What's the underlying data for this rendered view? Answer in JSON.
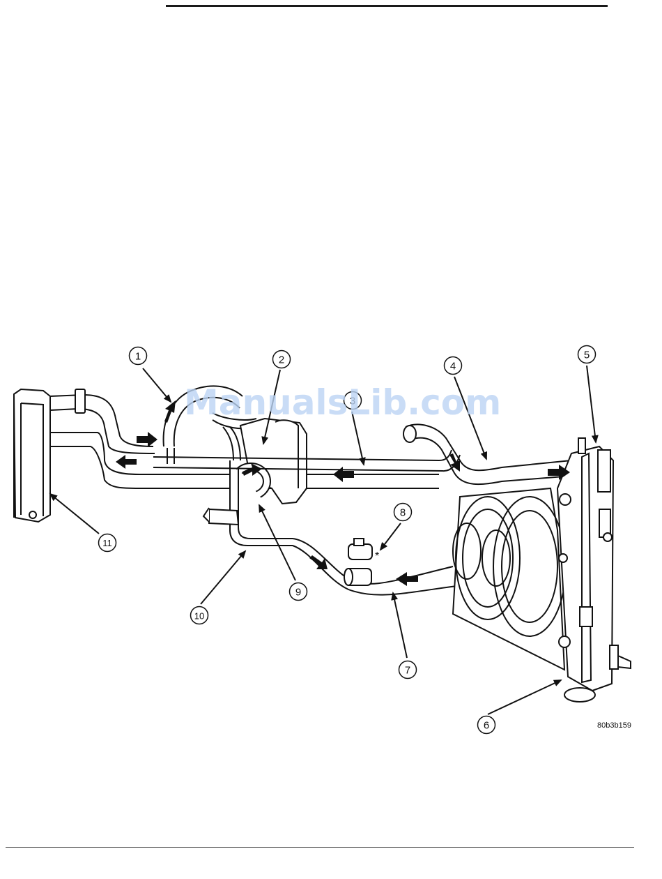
{
  "page": {
    "watermark": "ManualsLib.com",
    "figure_code": "80b3b159"
  },
  "callouts": [
    {
      "id": "c1",
      "label": "1"
    },
    {
      "id": "c2",
      "label": "2"
    },
    {
      "id": "c3",
      "label": "3"
    },
    {
      "id": "c4",
      "label": "4"
    },
    {
      "id": "c5",
      "label": "5"
    },
    {
      "id": "c6",
      "label": "6"
    },
    {
      "id": "c7",
      "label": "7"
    },
    {
      "id": "c8",
      "label": "8"
    },
    {
      "id": "c9",
      "label": "9"
    },
    {
      "id": "c10",
      "label": "10"
    },
    {
      "id": "c11",
      "label": "11"
    }
  ],
  "callout_8_marker": "*",
  "colors": {
    "line": "#111111",
    "watermark": "#bcd4f4"
  }
}
